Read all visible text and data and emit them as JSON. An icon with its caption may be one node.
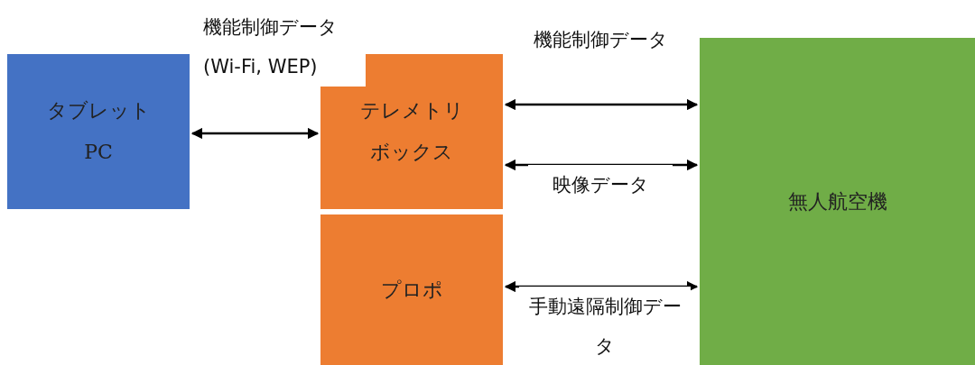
{
  "diagram": {
    "nodes": [
      {
        "text": [
          "タブレット PC"
        ]
      },
      {
        "text": [
          "テレメトリボックス"
        ]
      },
      {
        "text": [
          "プロポ"
        ]
      },
      {
        "text": [
          "無人航空機"
        ]
      }
    ],
    "edges": [
      {
        "from": 0,
        "to": 1,
        "arrow": "both",
        "label": "機能制御データ (Wi-Fi, WEP)"
      },
      {
        "from": 1,
        "to": 3,
        "arrow": "both",
        "label": "機能制御データ"
      },
      {
        "from": 1,
        "to": 3,
        "arrow": "both",
        "label": "映像データ"
      },
      {
        "from": 2,
        "to": 3,
        "arrow": "both",
        "label": "手動遠隔制御データ"
      }
    ]
  }
}
